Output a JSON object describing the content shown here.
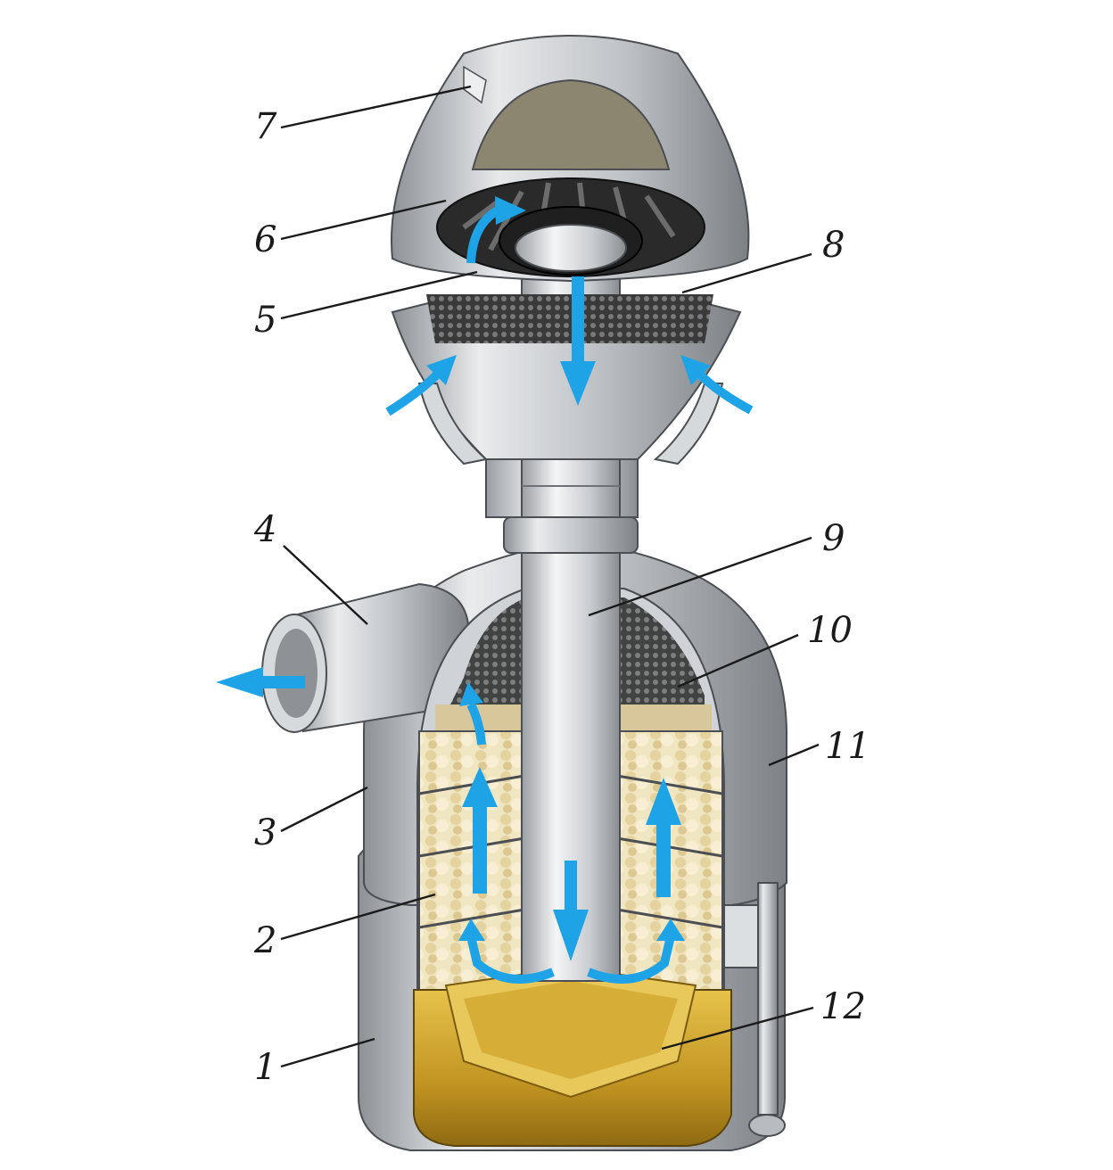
{
  "callouts": {
    "c1": "1",
    "c2": "2",
    "c3": "3",
    "c4": "4",
    "c5": "5",
    "c6": "6",
    "c7": "7",
    "c8": "8",
    "c9": "9",
    "c10": "10",
    "c11": "11",
    "c12": "12"
  },
  "colors": {
    "flow_arrow": "#1ea3e6",
    "metal": "#c9ccd0",
    "filter_media": "#efe2b8",
    "oil_bath": "#c9a233",
    "mesh": "#2b2b2b"
  }
}
